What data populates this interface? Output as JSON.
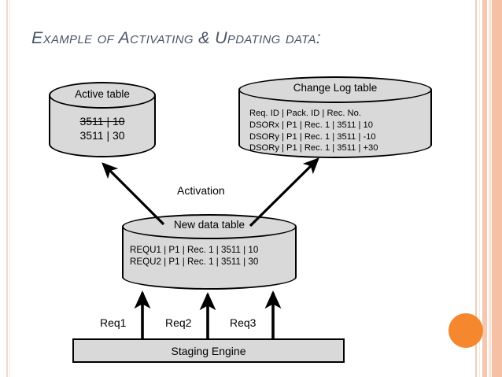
{
  "slide": {
    "title": "Example of Activating & Updating data:"
  },
  "colors": {
    "title": "#4a5568",
    "shape_fill": "#d9d9d9",
    "shape_stroke": "#000000",
    "accent_orange": "#f5872f",
    "stripe_peach": "#f6c0a4",
    "background": "#ffffff"
  },
  "diagram": {
    "active_table": {
      "title": "Active table",
      "rows": [
        {
          "text": "3511 | 10",
          "struck": true
        },
        {
          "text": "3511 | 30",
          "struck": false
        }
      ]
    },
    "change_log_table": {
      "title": "Change Log table",
      "rows": [
        "Req. ID | Pack. ID | Rec. No.",
        "DSORx | P1 | Rec. 1 | 3511 |  10",
        "DSORy | P1 | Rec. 1 | 3511 | -10",
        "DSORy | P1 | Rec. 1 | 3511 | +30"
      ]
    },
    "new_data_table": {
      "title": "New data table",
      "rows": [
        "REQU1 | P1 | Rec. 1 | 3511 | 10",
        "REQU2 | P1 | Rec. 1 | 3511 | 30"
      ]
    },
    "staging_engine": {
      "label": "Staging Engine"
    },
    "labels": {
      "activation": "Activation",
      "req1": "Req1",
      "req2": "Req2",
      "req3": "Req3"
    }
  }
}
